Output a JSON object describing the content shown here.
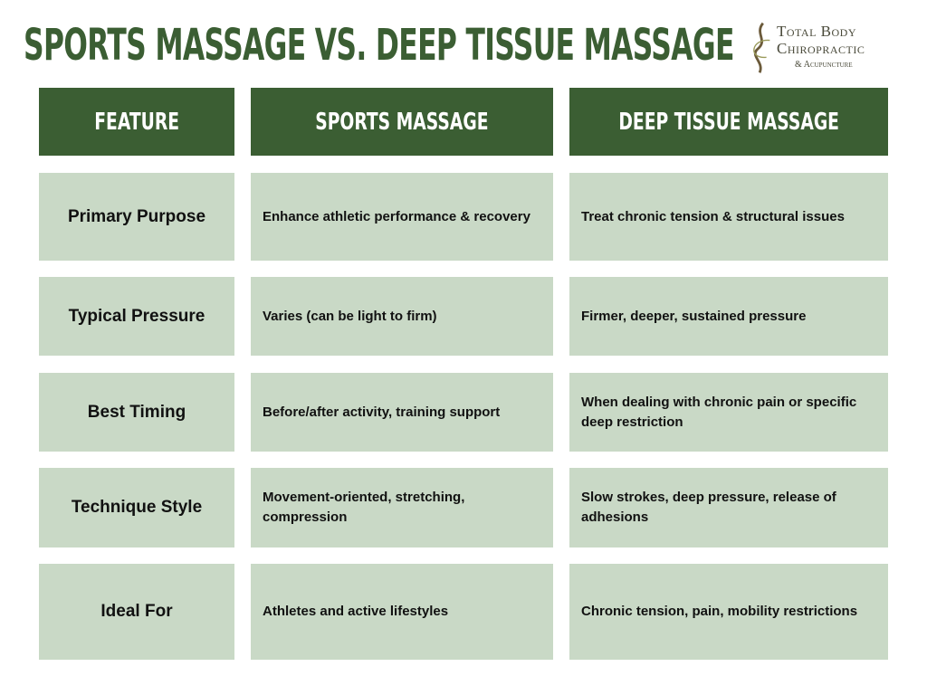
{
  "title": "SPORTS MASSAGE VS. DEEP TISSUE MASSAGE",
  "logo": {
    "line1": "Total Body",
    "line2": "Chiropractic",
    "line3": "& Acupuncture"
  },
  "colors": {
    "header_green": "#3b5e33",
    "cell_bg": "#c9d9c6"
  },
  "headers": [
    "FEATURE",
    "SPORTS MASSAGE",
    "DEEP TISSUE MASSAGE"
  ],
  "rows": [
    {
      "feature": "Primary Purpose",
      "sports": "Enhance athletic performance & recovery",
      "deep": "Treat chronic tension & structural issues"
    },
    {
      "feature": "Typical Pressure",
      "sports": "Varies (can be light to firm)",
      "deep": "Firmer, deeper, sustained pressure"
    },
    {
      "feature": "Best Timing",
      "sports": "Before/after activity, training support",
      "deep": "When dealing with chronic pain or specific deep restriction"
    },
    {
      "feature": "Technique Style",
      "sports": "Movement-oriented, stretching, compression",
      "deep": "Slow strokes, deep pressure, release of adhesions"
    },
    {
      "feature": "Ideal For",
      "sports": "Athletes and active lifestyles",
      "deep": "Chronic tension, pain, mobility restrictions"
    }
  ]
}
